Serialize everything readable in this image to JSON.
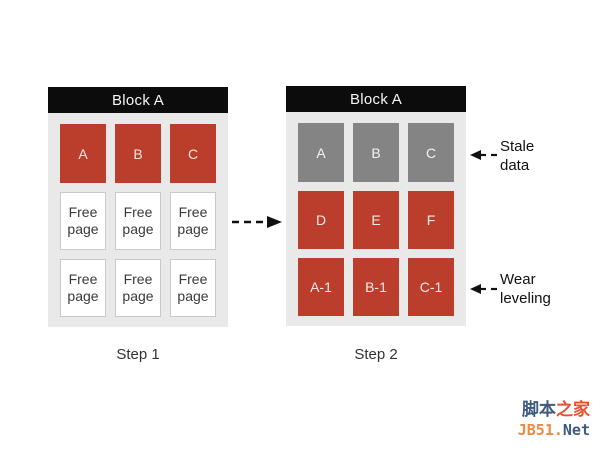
{
  "colors": {
    "used_page_red": "#bb3e2d",
    "stale_page_gray": "#848484",
    "block_header_black": "#0c0c0c",
    "block_body_gray": "#e9e9e9",
    "free_page_border": "#c9c9c9",
    "arrow_black": "#111111",
    "watermark_blue": "#3e5a7d",
    "watermark_red": "#e8512f",
    "watermark_orange": "#f0883f"
  },
  "blocks": [
    {
      "title": "Block A",
      "step_label": "Step 1",
      "cells": [
        {
          "label": "A",
          "state": "used"
        },
        {
          "label": "B",
          "state": "used"
        },
        {
          "label": "C",
          "state": "used"
        },
        {
          "label": "Free page",
          "state": "free"
        },
        {
          "label": "Free page",
          "state": "free"
        },
        {
          "label": "Free page",
          "state": "free"
        },
        {
          "label": "Free page",
          "state": "free"
        },
        {
          "label": "Free page",
          "state": "free"
        },
        {
          "label": "Free page",
          "state": "free"
        }
      ]
    },
    {
      "title": "Block A",
      "step_label": "Step 2",
      "cells": [
        {
          "label": "A",
          "state": "stale"
        },
        {
          "label": "B",
          "state": "stale"
        },
        {
          "label": "C",
          "state": "stale"
        },
        {
          "label": "D",
          "state": "used"
        },
        {
          "label": "E",
          "state": "used"
        },
        {
          "label": "F",
          "state": "used"
        },
        {
          "label": "A-1",
          "state": "used"
        },
        {
          "label": "B-1",
          "state": "used"
        },
        {
          "label": "C-1",
          "state": "used"
        }
      ]
    }
  ],
  "annotations": [
    {
      "label": "Stale data"
    },
    {
      "label": "Wear leveling"
    }
  ],
  "watermark": {
    "line1_part1": "脚本",
    "line1_part2": "之家",
    "line2_part1": "JB51.",
    "line2_part2": "Net"
  }
}
